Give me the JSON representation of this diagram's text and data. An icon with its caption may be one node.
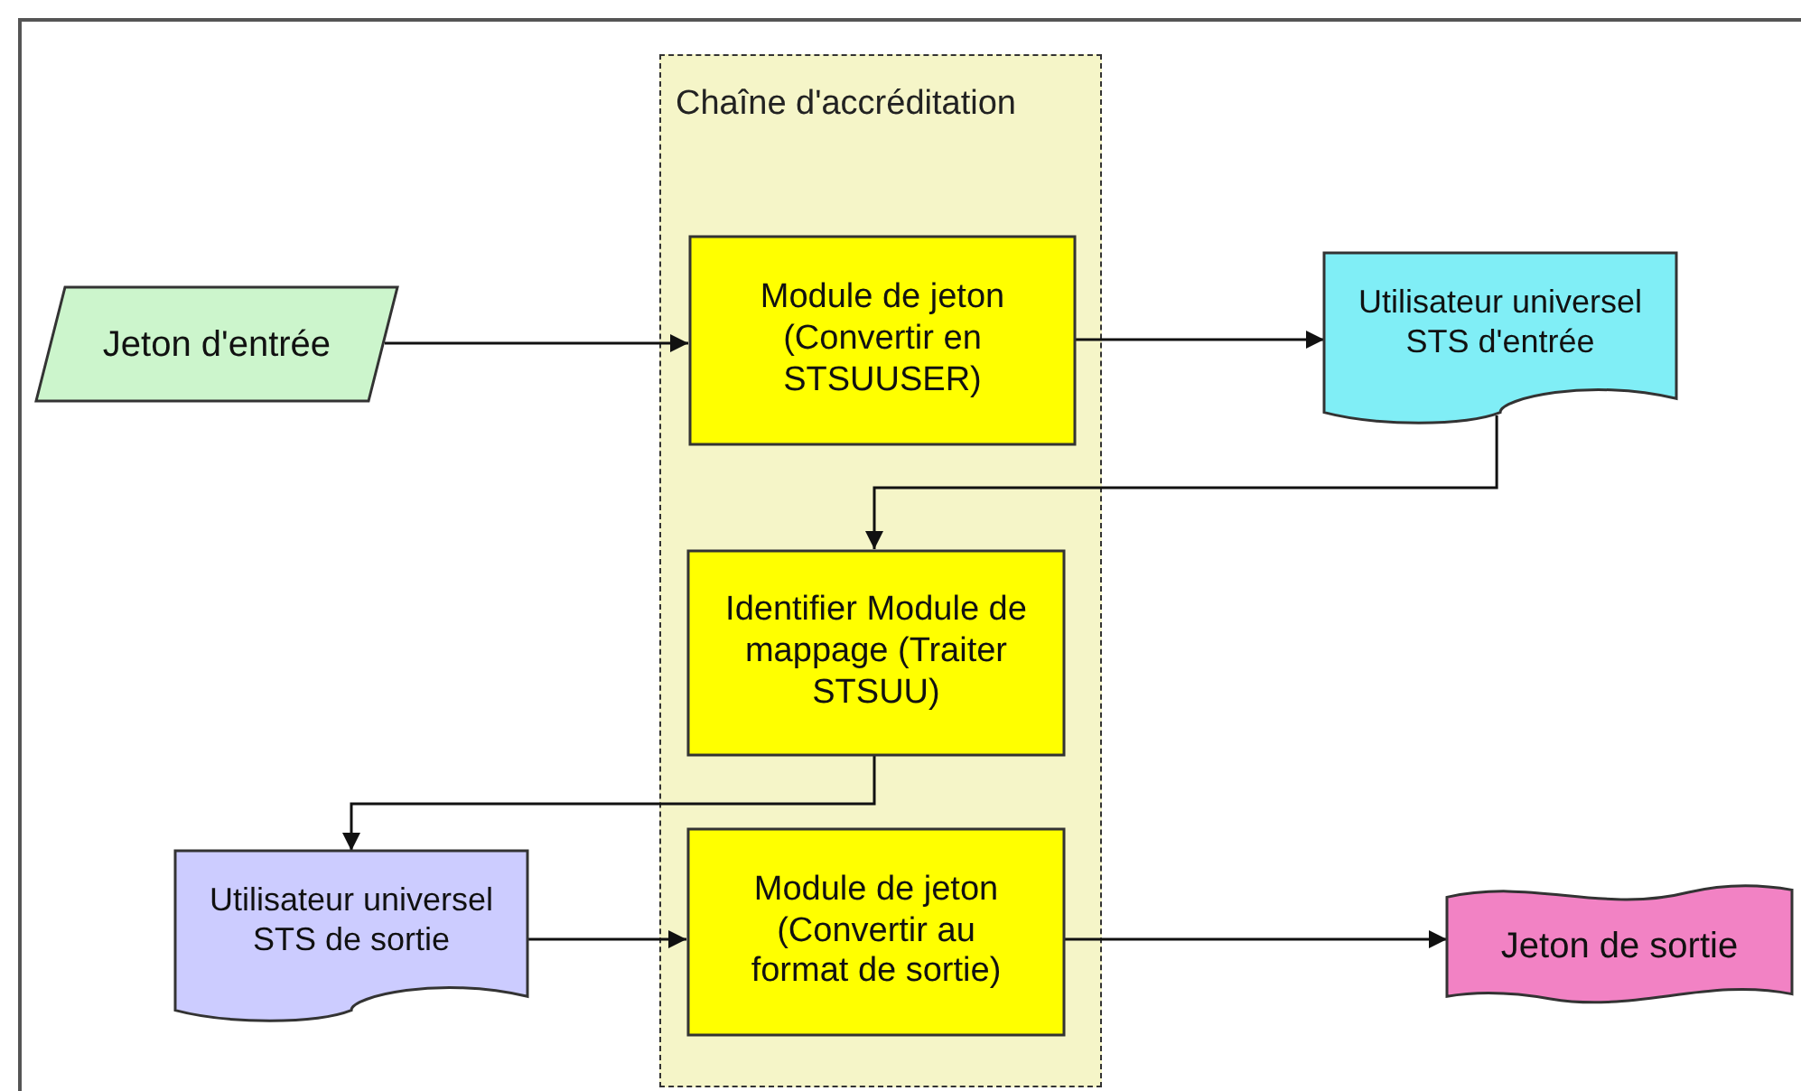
{
  "diagram": {
    "nodes": [
      {
        "text": [
          "Chaîne d'accréditation"
        ]
      },
      {
        "text": [
          "Jeton d'entrée"
        ]
      },
      {
        "text": [
          "Module de jeton (Convertir en STSUUSER)"
        ],
        "in": 0
      },
      {
        "text": [
          "Utilisateur universel STS d'entrée"
        ]
      },
      {
        "text": [
          "Identifier Module de mappage (Traiter STSUU)"
        ],
        "in": 0
      },
      {
        "text": [
          "Utilisateur universel STS de sortie"
        ]
      },
      {
        "text": [
          "Module de jeton (Convertir au format de sortie)"
        ],
        "in": 0
      },
      {
        "text": [
          "Jeton de sortie"
        ]
      }
    ],
    "edges": [
      {
        "from": 1,
        "to": 2,
        "arrow": "to"
      },
      {
        "from": 2,
        "to": 3,
        "arrow": "to"
      },
      {
        "from": 3,
        "to": 4,
        "arrow": "to"
      },
      {
        "from": 4,
        "to": 5,
        "arrow": "to"
      },
      {
        "from": 5,
        "to": 6,
        "arrow": "to"
      },
      {
        "from": 6,
        "to": 7,
        "arrow": "to"
      }
    ]
  }
}
